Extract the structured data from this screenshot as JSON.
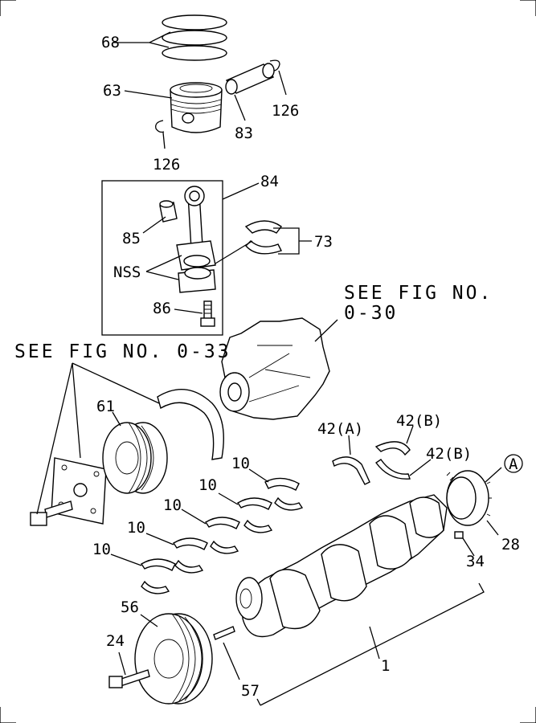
{
  "labels": {
    "l68": "68",
    "l63": "63",
    "l126a": "126",
    "l83": "83",
    "l126b": "126",
    "l84": "84",
    "l85": "85",
    "l73": "73",
    "lnss": "NSS",
    "l86": "86",
    "l61": "61",
    "l42a": "42(A)",
    "l42b1": "42(B)",
    "l42b2": "42(B)",
    "l10a": "10",
    "l10b": "10",
    "l10c": "10",
    "l10d": "10",
    "l10e": "10",
    "l28": "28",
    "l34": "34",
    "l56": "56",
    "l24": "24",
    "l57": "57",
    "l1": "1",
    "ref_a": "A"
  },
  "references": {
    "fig_030_line1": "SEE FIG NO.",
    "fig_030_line2": "0-30",
    "fig_033": "SEE FIG NO. 0-33"
  }
}
